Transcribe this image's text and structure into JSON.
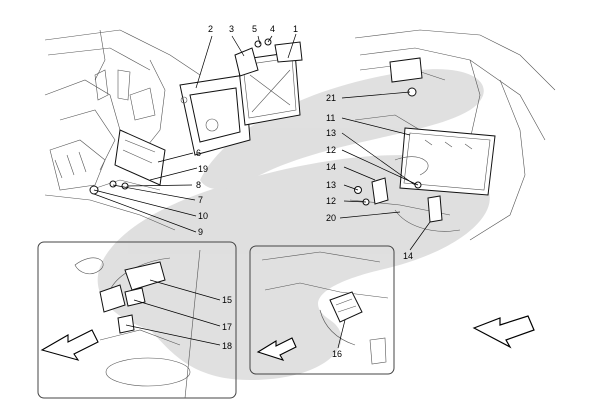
{
  "callouts": {
    "c1": "1",
    "c2": "2",
    "c3": "3",
    "c4": "4",
    "c5": "5",
    "c6": "6",
    "c7": "7",
    "c8": "8",
    "c9": "9",
    "c10": "10",
    "c11": "11",
    "c12a": "12",
    "c12b": "12",
    "c13a": "13",
    "c13b": "13",
    "c14a": "14",
    "c14b": "14",
    "c15": "15",
    "c16": "16",
    "c17": "17",
    "c18": "18",
    "c19": "19",
    "c20": "20",
    "c21": "21"
  },
  "colors": {
    "watermark": "#d9d9d9",
    "ink": "#1a1a1a",
    "inset_border": "#444444"
  },
  "icons": [
    "direction-arrow-icon"
  ]
}
